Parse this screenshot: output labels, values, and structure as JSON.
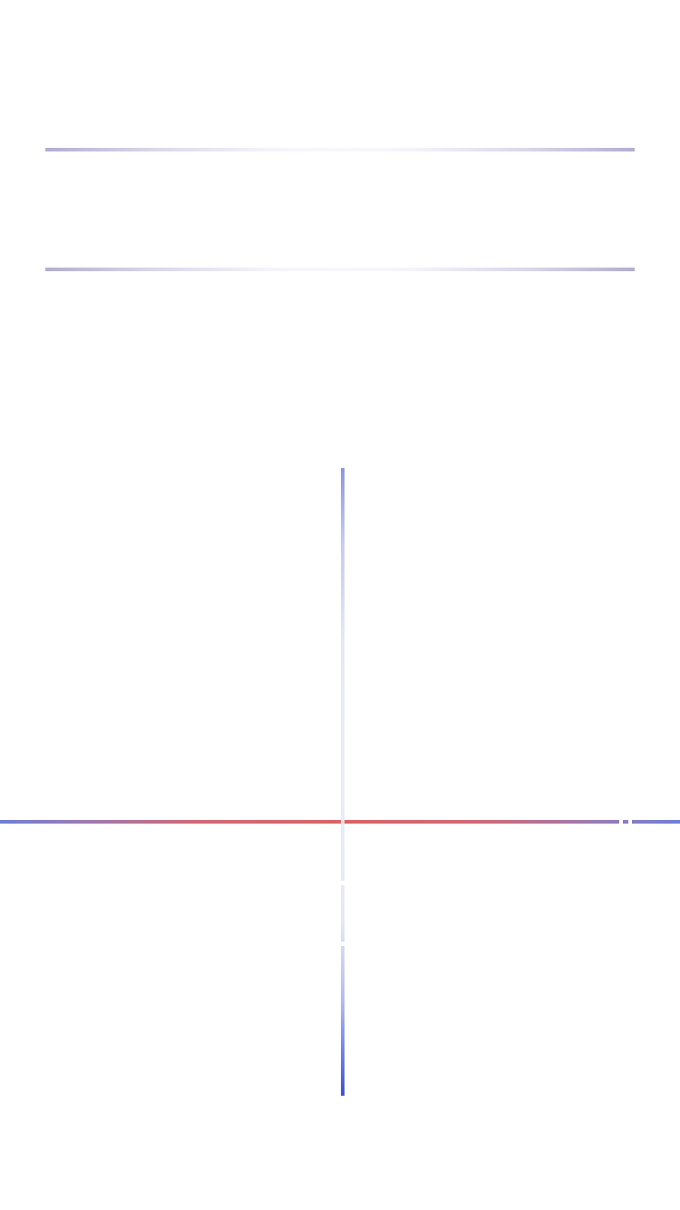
{
  "colors": {
    "background": "#ffffff",
    "divider": "#b3aed0",
    "vertical_line_top": "#8e98dc",
    "vertical_line_bottom": "#3f55cf",
    "horizontal_line_center": "#d86466",
    "horizontal_line_edge": "#6f7fd6"
  },
  "decor": {
    "dividers": [
      "top-divider",
      "bottom-divider"
    ],
    "crosshair": [
      "vertical-line",
      "horizontal-line"
    ]
  }
}
